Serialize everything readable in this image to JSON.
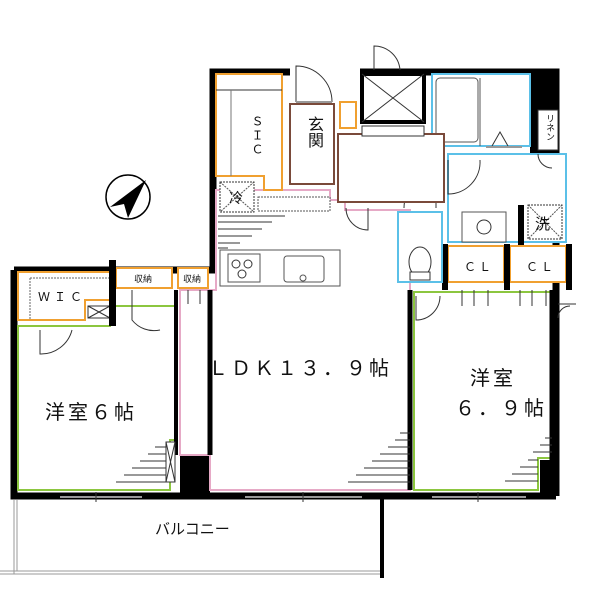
{
  "floor_plan": {
    "colors": {
      "wall": "#000000",
      "ldk_outline": "#e6a9c6",
      "bedroom_outline": "#8cc63f",
      "storage_outline": "#f0a030",
      "wet_area_outline": "#5bc0e8",
      "entry_outline": "#7a4a3a",
      "background": "#ffffff"
    },
    "rooms": {
      "ldk": {
        "label": "ＬＤＫ１３．９帖"
      },
      "western_room_left": {
        "label": "洋室６帖"
      },
      "western_room_right": {
        "label_line1": "洋室",
        "label_line2": "６．９帖"
      },
      "balcony": {
        "label": "バルコニー"
      },
      "shoe_closet": {
        "label": "ＳＩＣ"
      },
      "entrance": {
        "label": "玄関"
      },
      "walk_in_closet": {
        "label": "ＷＩＣ"
      },
      "refrigerator": {
        "label": "冷"
      },
      "washer": {
        "label": "洗"
      },
      "linen": {
        "label": "リネン"
      },
      "closet_1": {
        "label": "ＣＬ"
      },
      "closet_2": {
        "label": "ＣＬ"
      },
      "storage_1": {
        "label": "収納"
      },
      "storage_2": {
        "label": "収納"
      }
    },
    "compass": {
      "icon": "north-arrow-icon"
    }
  }
}
